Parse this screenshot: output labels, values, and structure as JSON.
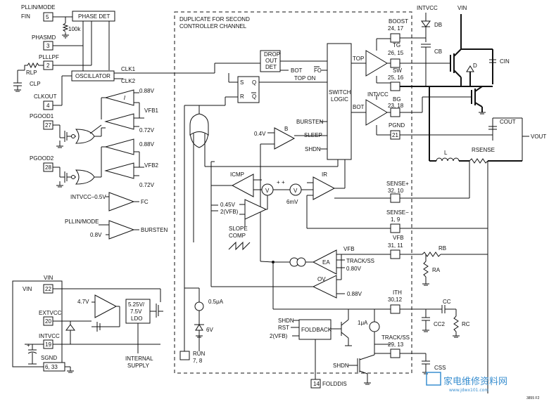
{
  "pins": {
    "fin": "FIN",
    "fin_num": "5",
    "pllin_mode": "PLLIN/MODE",
    "phasmd": "PHASMD",
    "phasmd_num": "3",
    "plllpf": "PLLLPF",
    "plllpf_num": "2",
    "clkout": "CLKOUT",
    "clkout_num": "4",
    "pgood1": "PGOOD1",
    "pgood1_num": "27",
    "pgood2": "PGOOD2",
    "pgood2_num": "28",
    "vin": "VIN",
    "vin_num": "22",
    "extvcc": "EXTVCC",
    "extvcc_num": "20",
    "intvcc": "INTVCC",
    "intvcc_num": "19",
    "sgnd": "SGND",
    "sgnd_num": "6, 33",
    "run": "RUN",
    "run_num": "7, 8",
    "folddis": "FOLDDIS",
    "folddis_num": "14",
    "boost": "BOOST",
    "boost_num": "24, 17",
    "tg": "TG",
    "tg_num": "26, 15",
    "sw": "SW",
    "sw_num": "25, 16",
    "bg": "BG",
    "bg_num": "23, 18",
    "pgnd": "PGND",
    "pgnd_num": "21",
    "sense_p": "SENSE+",
    "sense_p_num": "32, 10",
    "sense_m": "SENSE−",
    "sense_m_num": "1, 9",
    "vfb": "VFB",
    "vfb_num": "31, 11",
    "ith": "ITH",
    "ith_num": "30,12",
    "track": "TRACK/SS",
    "track_num": "29, 13"
  },
  "blocks": {
    "phase_det": "PHASE DET",
    "oscillator": "OSCILLATOR",
    "dropout_1": "DROP",
    "dropout_2": "OUT",
    "dropout_3": "DET",
    "switch_logic_1": "SWITCH",
    "switch_logic_2": "LOGIC",
    "ldo_1": "5.25V/",
    "ldo_2": "7.5V",
    "ldo_3": "LDO",
    "foldback": "FOLDBACK",
    "duplicate_1": "DUPLICATE FOR SECOND",
    "duplicate_2": "CONTROLLER CHANNEL",
    "internal_supply_1": "INTERNAL",
    "internal_supply_2": "SUPPLY",
    "slope_comp_1": "SLOPE",
    "slope_comp_2": "COMP"
  },
  "labels": {
    "r100k": "100k",
    "rlp": "RLP",
    "clp": "CLP",
    "clk1": "CLK1",
    "clk2": "CLK2",
    "v088a": "0.88V",
    "v072a": "0.72V",
    "vfb1": "VFB1",
    "v088b": "0.88V",
    "v072b": "0.72V",
    "vfb2": "VFB2",
    "intvcc_05": "INTVCC–0.5V",
    "fc": "FC",
    "pllin_mode2": "PLLIN/MODE",
    "v08": "0.8V",
    "bursten": "BURSTEN",
    "s": "S",
    "q": "Q",
    "r": "R",
    "qbar": "Q",
    "bot": "BOT",
    "fc2": "FC",
    "top_on": "TOP ON",
    "top": "TOP",
    "bot2": "BOT",
    "bursten2": "BURSTEN",
    "sleep": "SLEEP",
    "shdn": "SHDN",
    "v04": "0.4V",
    "b": "B",
    "icmp": "ICMP",
    "ir": "IR",
    "v045": "0.45V",
    "vfb_2x": "2(VFB)",
    "mv6": "6mV",
    "ea": "EA",
    "track_ea": "TRACK/SS",
    "v080": "0.80V",
    "vfb_ea": "VFB",
    "ov": "OV",
    "v088c": "0.88V",
    "v47": "4.7V",
    "ua05": "0.5μA",
    "v6": "6V",
    "shdn2": "SHDN",
    "rst": "RST",
    "vfb_2x_b": "2(VFB)",
    "ua1": "1μA",
    "shdn3": "SHDN",
    "intvcc_top": "INTVCC",
    "vin_top": "VIN",
    "db": "DB",
    "cb": "CB",
    "d": "D",
    "cin": "CIN",
    "cout": "COUT",
    "vout": "VOUT",
    "l": "L",
    "rsense": "RSENSE",
    "rb": "RB",
    "ra": "RA",
    "cc": "CC",
    "cc2": "CC2",
    "rc": "RC",
    "css": "CSS",
    "intvcc_bg": "INTVCC",
    "fig": "3855 F2"
  },
  "watermark": {
    "cn": "家电维修资料网",
    "url": "www.jdwx101.com"
  }
}
